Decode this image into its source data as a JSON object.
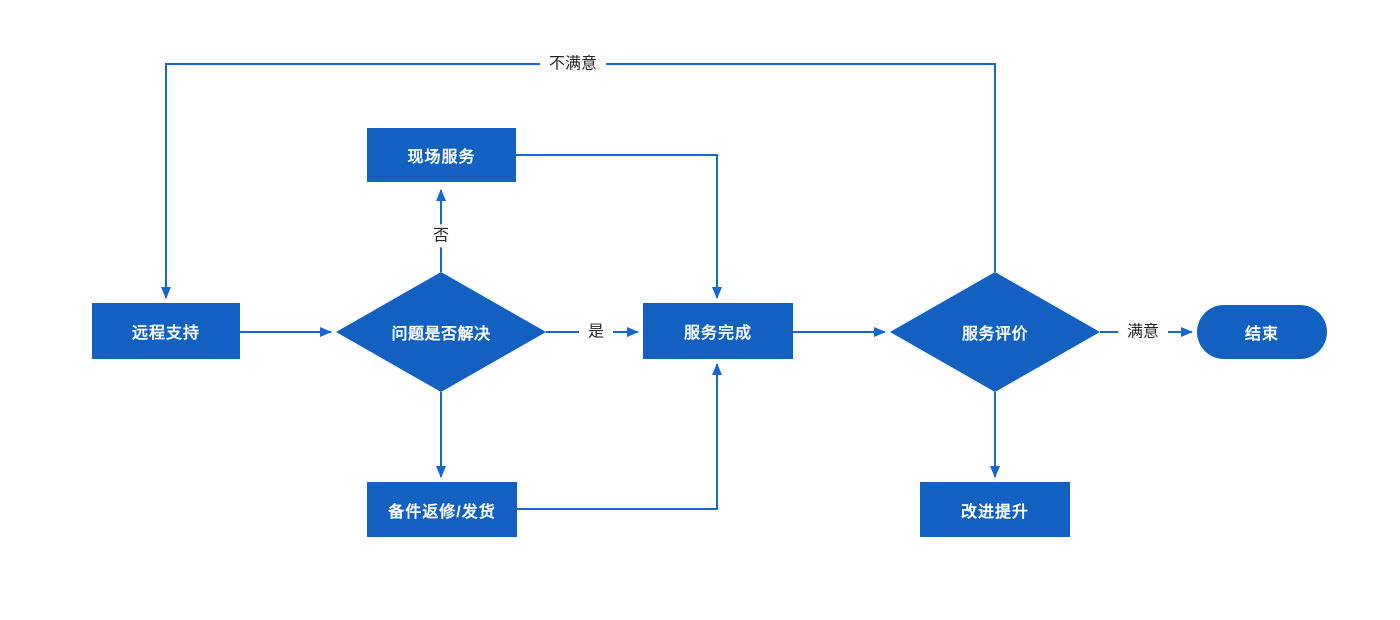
{
  "diagram": {
    "title": "service-support-flowchart",
    "nodes": {
      "remote_support": {
        "label": "远程支持",
        "type": "process"
      },
      "problem_solved": {
        "label": "问题是否解决",
        "type": "decision"
      },
      "onsite_service": {
        "label": "现场服务",
        "type": "process"
      },
      "service_complete": {
        "label": "服务完成",
        "type": "process"
      },
      "service_evaluation": {
        "label": "服务评价",
        "type": "decision"
      },
      "end": {
        "label": "结束",
        "type": "terminator"
      },
      "parts_repair": {
        "label": "备件返修/发货",
        "type": "process"
      },
      "improvement": {
        "label": "改进提升",
        "type": "process"
      }
    },
    "edge_labels": {
      "not_satisfied": "不满意",
      "no": "否",
      "yes": "是",
      "satisfied": "满意"
    },
    "edges": [
      {
        "from": "remote_support",
        "to": "problem_solved",
        "label": ""
      },
      {
        "from": "problem_solved",
        "to": "onsite_service",
        "label": "否"
      },
      {
        "from": "problem_solved",
        "to": "service_complete",
        "label": "是"
      },
      {
        "from": "problem_solved",
        "to": "parts_repair",
        "label": ""
      },
      {
        "from": "onsite_service",
        "to": "service_complete",
        "label": ""
      },
      {
        "from": "parts_repair",
        "to": "service_complete",
        "label": ""
      },
      {
        "from": "service_complete",
        "to": "service_evaluation",
        "label": ""
      },
      {
        "from": "service_evaluation",
        "to": "end",
        "label": "满意"
      },
      {
        "from": "service_evaluation",
        "to": "improvement",
        "label": ""
      },
      {
        "from": "service_evaluation",
        "to": "remote_support",
        "label": "不满意"
      }
    ],
    "colors": {
      "node_fill": "#1261C1",
      "connector": "#1766D2",
      "node_text": "#FFFFFF",
      "label_text": "#262626",
      "background": "#FFFFFF"
    }
  }
}
